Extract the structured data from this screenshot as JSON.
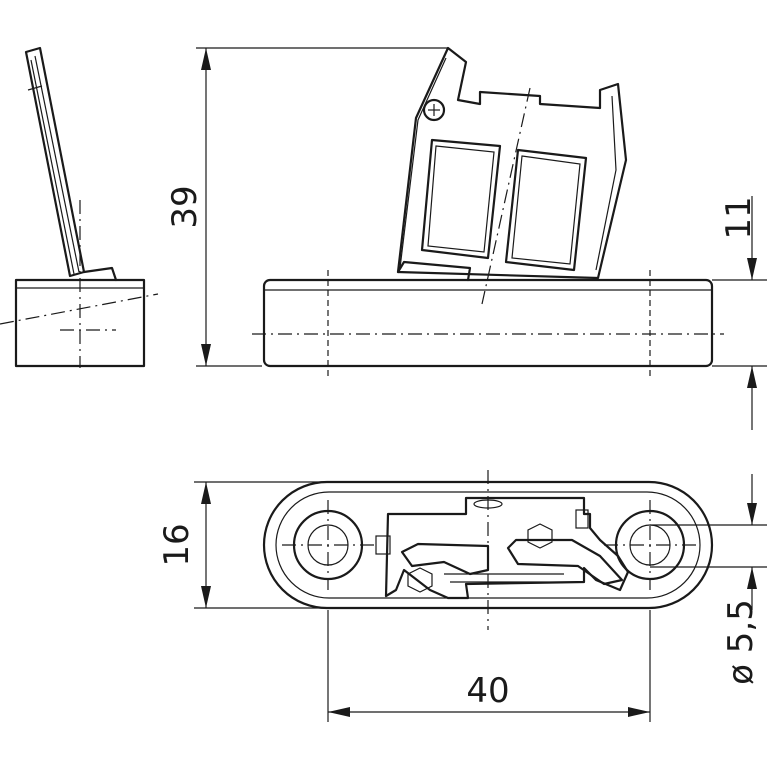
{
  "dimensions": {
    "height_total": "39",
    "height_base": "11",
    "width_base": "16",
    "hole_spacing": "40",
    "hole_diameter": "ø 5,5"
  },
  "colors": {
    "line": "#1a1a1a",
    "background": "#ffffff"
  }
}
